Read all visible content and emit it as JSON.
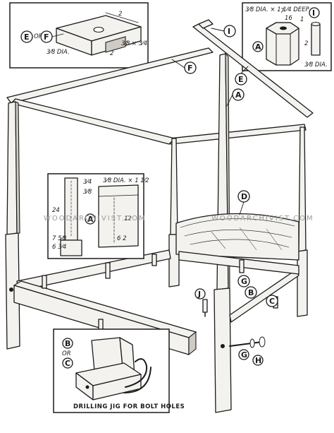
{
  "callouts": {
    "a_upper": "A",
    "a_inset": "A",
    "a_detail": "A",
    "b": "B",
    "c": "C",
    "d": "D",
    "e": "E",
    "f": "F",
    "g": "G",
    "h": "H",
    "i": "I",
    "i_inset": "I",
    "j": "J",
    "e_or_f": "E",
    "or_label": "OR",
    "f_inset": "F",
    "b_inset": "B",
    "c_inset": "C",
    "or_label_2": "OR"
  },
  "dimensions": {
    "z_top": "2",
    "z_side": "2",
    "ef_dims": "3⁄8 × 3⁄4",
    "ef_hole": "3⁄8 DIA.",
    "i_hole": "3⁄8 DIA. × 1 1⁄4 DEEP",
    "i_seven": "7",
    "i_fraction": "16",
    "i_one": "1",
    "i_two": "2",
    "i_bottom": "3⁄8 DIA.",
    "a_top_left": "3⁄4",
    "a_hole": "3⁄8 DIA. × 1 1⁄2",
    "a_twelve": "12",
    "a_six_two": "6 2",
    "a_height_left": "24",
    "a_lower_left": "7 5⁄8",
    "a_lower_left_2": "6 3⁄4",
    "a_small": "3⁄8"
  },
  "captions": {
    "jig": "DRILLING JIG FOR BOLT HOLES"
  },
  "watermarks": {
    "left": "WOODARCHIVIST.COM",
    "right": "WOODARCHIVIST.COM"
  }
}
